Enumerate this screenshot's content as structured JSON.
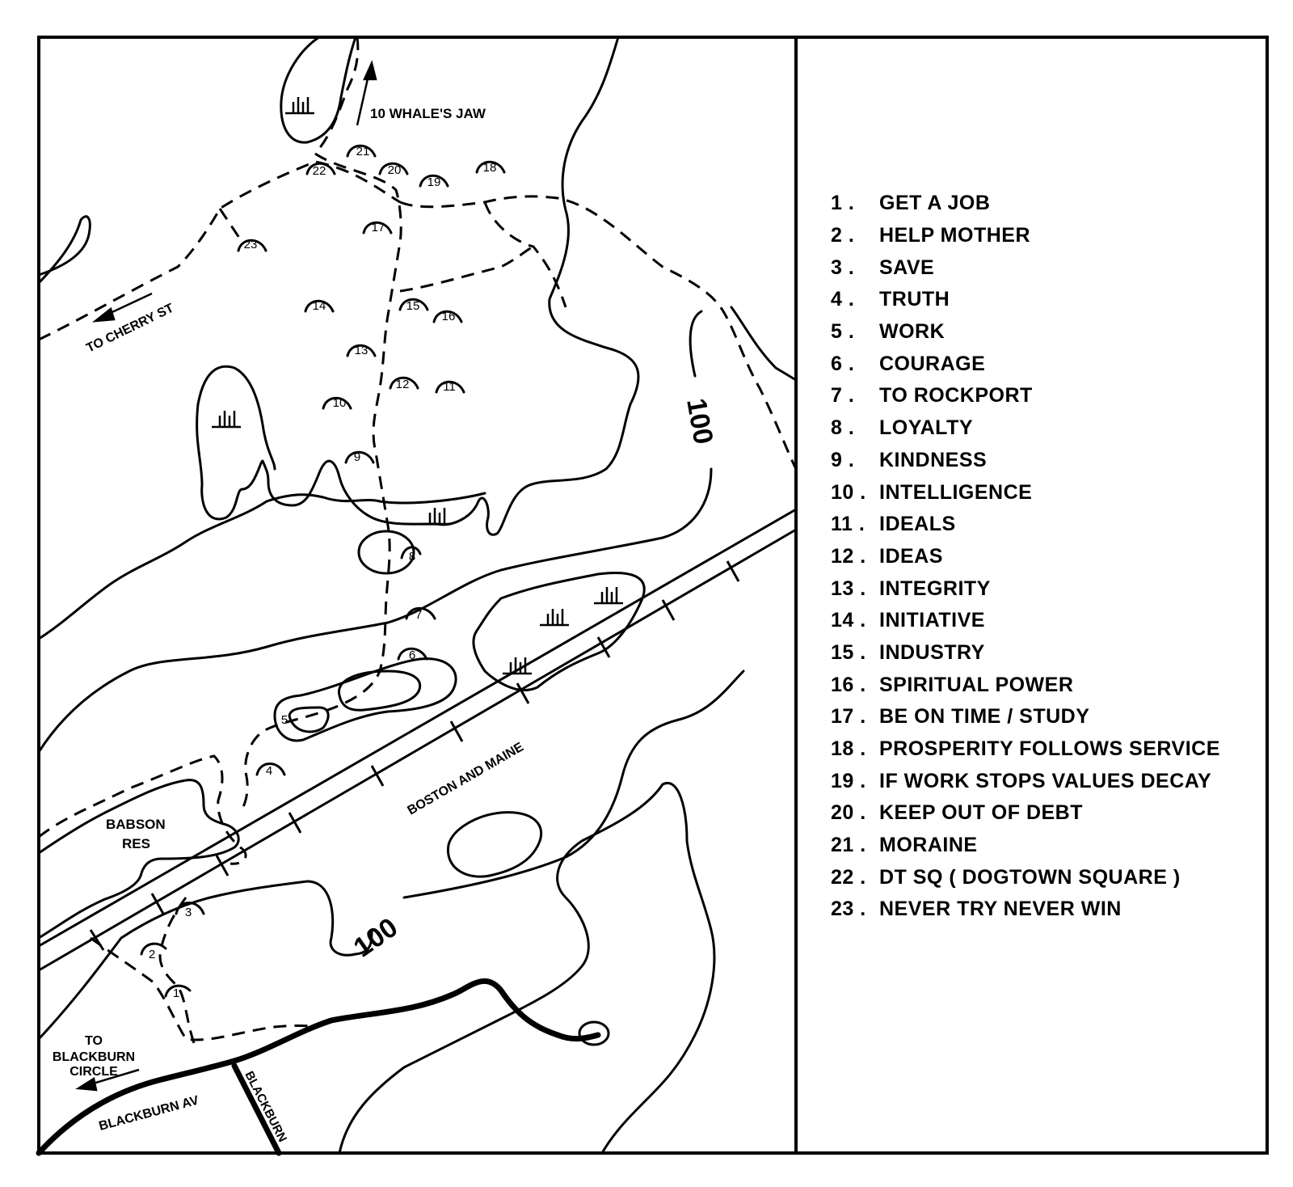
{
  "map_labels": {
    "whales_jaw": "10 WHALE'S JAW",
    "cherry_st": "TO CHERRY ST",
    "contour_upper": "100",
    "contour_lower": "100",
    "railroad": "BOSTON AND MAINE",
    "babson_line1": "BABSON",
    "babson_line2": "RES",
    "blackburn_circle_1": "TO",
    "blackburn_circle_2": "BLACKBURN",
    "blackburn_circle_3": "CIRCLE",
    "blackburn_av": "BLACKBURN AV",
    "blackburn": "BLACKBURN"
  },
  "boulder_numbers": [
    "1",
    "2",
    "3",
    "4",
    "5",
    "6",
    "7",
    "8",
    "9",
    "10",
    "11",
    "12",
    "13",
    "14",
    "15",
    "16",
    "17",
    "18",
    "19",
    "20",
    "21",
    "22",
    "23"
  ],
  "legend": [
    {
      "num": "1 .",
      "text": "GET A JOB"
    },
    {
      "num": "2 .",
      "text": "HELP MOTHER"
    },
    {
      "num": "3 .",
      "text": "SAVE"
    },
    {
      "num": "4 .",
      "text": "TRUTH"
    },
    {
      "num": "5 .",
      "text": "WORK"
    },
    {
      "num": "6 .",
      "text": "COURAGE"
    },
    {
      "num": "7 .",
      "text": "TO ROCKPORT"
    },
    {
      "num": "8 .",
      "text": "LOYALTY"
    },
    {
      "num": "9 .",
      "text": "KINDNESS"
    },
    {
      "num": "10 .",
      "text": "INTELLIGENCE"
    },
    {
      "num": "11 .",
      "text": "IDEALS"
    },
    {
      "num": "12 .",
      "text": "IDEAS"
    },
    {
      "num": "13 .",
      "text": "INTEGRITY"
    },
    {
      "num": "14 .",
      "text": "INITIATIVE"
    },
    {
      "num": "15 .",
      "text": "INDUSTRY"
    },
    {
      "num": "16 .",
      "text": "SPIRITUAL POWER"
    },
    {
      "num": "17 .",
      "text": "BE ON TIME / STUDY"
    },
    {
      "num": "18 .",
      "text": "PROSPERITY FOLLOWS SERVICE"
    },
    {
      "num": "19 .",
      "text": "IF WORK STOPS VALUES DECAY"
    },
    {
      "num": "20 .",
      "text": "KEEP OUT OF DEBT"
    },
    {
      "num": "21 .",
      "text": "MORAINE"
    },
    {
      "num": "22 .",
      "text": "DT SQ ( DOGTOWN SQUARE )"
    },
    {
      "num": "23 .",
      "text": "NEVER TRY NEVER WIN"
    }
  ]
}
